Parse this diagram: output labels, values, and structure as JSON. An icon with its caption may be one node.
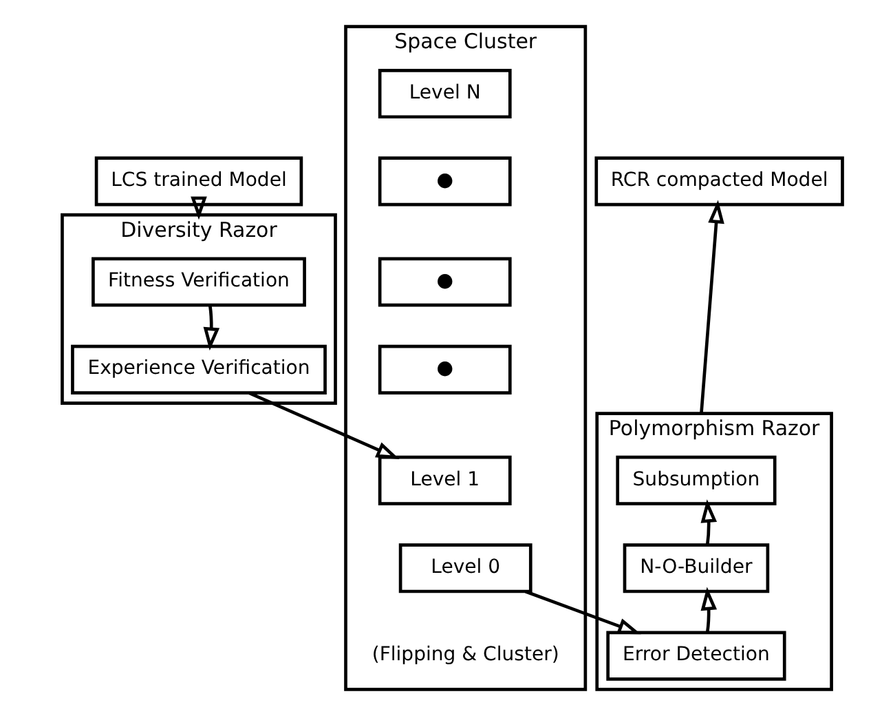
{
  "diagram": {
    "nodes": [
      {
        "text": [
          "LCS trained Model"
        ]
      },
      {
        "text": [
          "RCR compacted Model"
        ]
      },
      {
        "text": [
          "Diversity Razor"
        ]
      },
      {
        "text": [
          "Fitness Verification"
        ],
        "in": 2
      },
      {
        "text": [
          "Experience Verification"
        ],
        "in": 2
      },
      {
        "text": [
          "Space Cluster",
          "(Flipping & Cluster)"
        ]
      },
      {
        "text": [
          "Level N"
        ],
        "in": 5
      },
      {
        "text": [
          "●"
        ],
        "in": 5
      },
      {
        "text": [
          "●"
        ],
        "in": 5
      },
      {
        "text": [
          "●"
        ],
        "in": 5
      },
      {
        "text": [
          "Level 1"
        ],
        "in": 5
      },
      {
        "text": [
          "Level 0"
        ],
        "in": 5
      },
      {
        "text": [
          "Polymorphism Razor"
        ]
      },
      {
        "text": [
          "Subsumption"
        ],
        "in": 12
      },
      {
        "text": [
          "N-O-Builder"
        ],
        "in": 12
      },
      {
        "text": [
          "Error Detection"
        ],
        "in": 12
      }
    ],
    "edges": [
      {
        "from": 0,
        "to": 3,
        "arrow": "to"
      },
      {
        "from": 3,
        "to": 4,
        "arrow": "to"
      },
      {
        "from": 4,
        "to": 10,
        "arrow": "to"
      },
      {
        "from": 11,
        "to": 15,
        "arrow": "to"
      },
      {
        "from": 15,
        "to": 14,
        "arrow": "to"
      },
      {
        "from": 14,
        "to": 13,
        "arrow": "to"
      },
      {
        "from": 13,
        "to": 1,
        "arrow": "to"
      }
    ]
  }
}
